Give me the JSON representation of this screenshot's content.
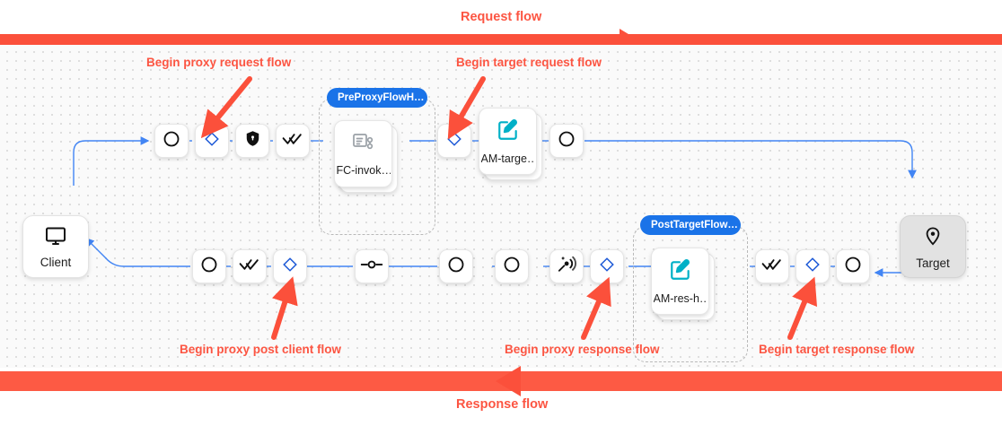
{
  "banners": {
    "request": {
      "label": "Request flow",
      "color": "#fc5542"
    },
    "response": {
      "label": "Response flow",
      "color": "#fc5542"
    }
  },
  "annotations": [
    {
      "id": "begin-proxy-request-flow",
      "label": "Begin proxy request flow"
    },
    {
      "id": "begin-target-request-flow",
      "label": "Begin target request flow"
    },
    {
      "id": "begin-proxy-post-client-flow",
      "label": "Begin proxy post client flow"
    },
    {
      "id": "begin-proxy-response-flow",
      "label": "Begin proxy response flow"
    },
    {
      "id": "begin-target-response-flow",
      "label": "Begin target response flow"
    }
  ],
  "endpoints": {
    "client": {
      "label": "Client",
      "icon": "monitor-icon"
    },
    "target": {
      "label": "Target",
      "icon": "location-pin-icon"
    }
  },
  "hooks": {
    "pre_proxy": {
      "chip": "PreProxyFlowH…"
    },
    "post_target": {
      "chip": "PostTargetFlow…"
    }
  },
  "policies": {
    "fc_invoke": {
      "label": "FC-invok…",
      "icon": "script-icon"
    },
    "am_target": {
      "label": "AM-targe…",
      "icon": "edit-square-icon",
      "color": "#00b0c7"
    },
    "am_res": {
      "label": "AM-res-h…",
      "icon": "edit-square-icon",
      "color": "#00b0c7"
    }
  },
  "request_row": [
    {
      "icon": "circle-icon"
    },
    {
      "icon": "diamond-icon"
    },
    {
      "icon": "shield-lock-icon"
    },
    {
      "icon": "double-check-icon"
    },
    {
      "icon": "diamond-icon"
    },
    {
      "icon": "circle-icon"
    }
  ],
  "response_row": [
    {
      "icon": "circle-icon"
    },
    {
      "icon": "double-check-icon"
    },
    {
      "icon": "diamond-icon"
    },
    {
      "icon": "line-node-icon"
    },
    {
      "icon": "circle-icon"
    },
    {
      "icon": "circle-icon"
    },
    {
      "icon": "broadcast-icon"
    },
    {
      "icon": "diamond-icon"
    },
    {
      "icon": "double-check-icon"
    },
    {
      "icon": "diamond-icon"
    },
    {
      "icon": "circle-icon"
    }
  ],
  "colors": {
    "edge": "#4285f4",
    "diamond": "#1a57d6",
    "accent_red": "#fb503b",
    "chip_blue": "#1a73e8"
  }
}
